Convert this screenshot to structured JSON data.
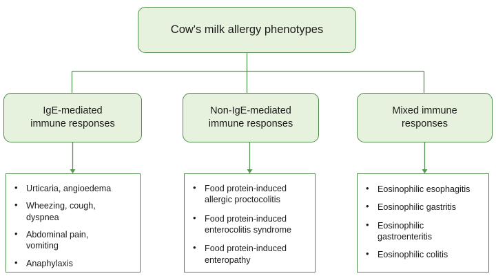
{
  "diagram": {
    "title": "Cow's milk allergy phenotypes",
    "type": "tree-flowchart",
    "colors": {
      "box_fill_green": "#e7f2de",
      "box_fill_white": "#ffffff",
      "border_green": "#4f8a4c",
      "connector_green": "#5a9257",
      "text": "#1a1a1a",
      "background": "#ffffff"
    },
    "root": {
      "label": "Cow's milk allergy phenotypes"
    },
    "categories": [
      {
        "id": "ige-mediated",
        "label": "IgE-mediated\nimmune responses",
        "items": [
          "Urticaria, angioedema",
          "Wheezing, cough,\ndyspnea",
          "Abdominal pain,\nvomiting",
          "Anaphylaxis"
        ]
      },
      {
        "id": "non-ige-mediated",
        "label": "Non-IgE-mediated\nimmune responses",
        "items": [
          "Food protein-induced\nallergic proctocolitis",
          "Food protein-induced\nenterocolitis syndrome",
          "Food protein-induced\nenteropathy"
        ]
      },
      {
        "id": "mixed-immune",
        "label": "Mixed immune\nresponses",
        "items": [
          "Eosinophilic esophagitis",
          "Eosinophilic gastritis",
          "Eosinophilic\ngastroenteritis",
          "Eosinophilic colitis"
        ]
      }
    ]
  }
}
